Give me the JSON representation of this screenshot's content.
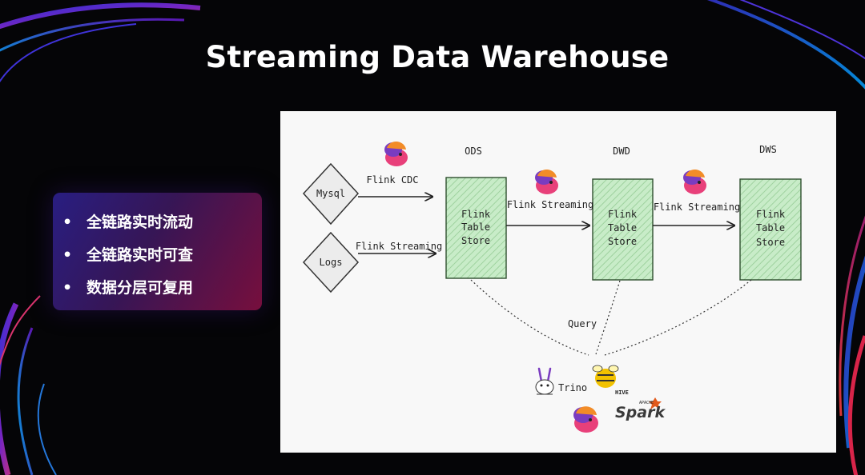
{
  "slide": {
    "title": "Streaming Data Warehouse",
    "bullets": [
      "全链路实时流动",
      "全链路实时可查",
      "数据分层可复用"
    ]
  },
  "diagram": {
    "sources": [
      {
        "id": "mysql",
        "label": "Mysql"
      },
      {
        "id": "logs",
        "label": "Logs"
      }
    ],
    "source_edges": [
      "Flink CDC",
      "Flink Streaming"
    ],
    "layers": [
      {
        "name": "ODS",
        "lines": [
          "Flink",
          "Table",
          "Store"
        ]
      },
      {
        "name": "DWD",
        "lines": [
          "Flink",
          "Table",
          "Store"
        ]
      },
      {
        "name": "DWS",
        "lines": [
          "Flink",
          "Table",
          "Store"
        ]
      }
    ],
    "layer_edges": [
      "Flink Streaming",
      "Flink Streaming"
    ],
    "query_label": "Query",
    "engines": [
      {
        "name": "Trino",
        "icon": "trino-bunny-icon"
      },
      {
        "name": "HIVE",
        "icon": "hive-bee-icon"
      },
      {
        "name": "Flink",
        "icon": "flink-squirrel-icon"
      },
      {
        "name": "Spark",
        "sub": "APACHE",
        "icon": "spark-star-icon"
      }
    ],
    "colors": {
      "store_fill": "#c8ecc8",
      "store_stroke": "#2f4f2f",
      "diamond_fill": "#ececec",
      "flink_pink": "#e8407a",
      "flink_purple": "#7a3cc0",
      "hive_yellow": "#f2c200",
      "spark_orange": "#e25a1c"
    }
  }
}
